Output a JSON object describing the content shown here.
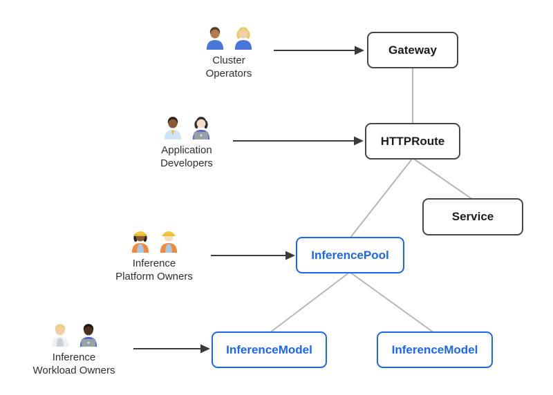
{
  "personas": [
    {
      "id": "cluster-operators",
      "label1": "Cluster",
      "label2": "Operators",
      "emoji_alt": [
        "man-mechanic",
        "woman-mechanic"
      ],
      "people": [
        {
          "skin": "#b07b50",
          "hair": "#5a3a26",
          "shirt": "#4a78d8"
        },
        {
          "skin": "#f3cfa5",
          "hair": "#e9c96e",
          "shirt": "#4a78d8",
          "long": true
        }
      ]
    },
    {
      "id": "application-developers",
      "label1": "Application",
      "label2": "Developers",
      "emoji_alt": [
        "man-office-worker",
        "woman-technologist"
      ],
      "people": [
        {
          "skin": "#8a5a35",
          "hair": "#2a2017",
          "shirt": "#cfe4f7",
          "tie": "#e8b93c"
        },
        {
          "skin": "#f6ddc6",
          "hair": "#2d2d31",
          "shirt": "#4a5fd0",
          "long": true,
          "laptop": true
        }
      ]
    },
    {
      "id": "inference-platform-owners",
      "label1": "Inference",
      "label2": "Platform Owners",
      "emoji_alt": [
        "woman-construction-worker",
        "man-construction-worker"
      ],
      "people": [
        {
          "skin": "#8a5a35",
          "hair": "#2a2017",
          "coat": "#f08a3c",
          "shirt": "#a8c8e8",
          "hat": true,
          "long": true
        },
        {
          "skin": "#f6ddc6",
          "hair": "#6b4a2f",
          "coat": "#f08a3c",
          "shirt": "#a8c8e8",
          "hat": true
        }
      ]
    },
    {
      "id": "inference-workload-owners",
      "label1": "Inference",
      "label2": "Workload Owners",
      "emoji_alt": [
        "health-worker",
        "man-technologist"
      ],
      "people": [
        {
          "skin": "#f3cfa5",
          "hair": "#e6d27c",
          "coat": "#f0f0f0",
          "shirt": "#c8d2d8"
        },
        {
          "skin": "#4c3020",
          "hair": "#151515",
          "shirt": "#4a5fd0",
          "laptop": true
        }
      ]
    }
  ],
  "nodes": [
    {
      "id": "gateway",
      "label": "Gateway",
      "variant": "core"
    },
    {
      "id": "httproute",
      "label": "HTTPRoute",
      "variant": "core"
    },
    {
      "id": "service",
      "label": "Service",
      "variant": "core"
    },
    {
      "id": "inferencepool",
      "label": "InferencePool",
      "variant": "extension"
    },
    {
      "id": "inferencemodel-left",
      "label": "InferenceModel",
      "variant": "extension"
    },
    {
      "id": "inferencemodel-right",
      "label": "InferenceModel",
      "variant": "extension"
    }
  ],
  "colors": {
    "core_border": "#454545",
    "extension_blue": "#1a66f2",
    "connector_gray": "#b5b5b5",
    "arrow_dark": "#3b3b3b",
    "text": "#1b1b1b",
    "background": "#ffffff"
  }
}
